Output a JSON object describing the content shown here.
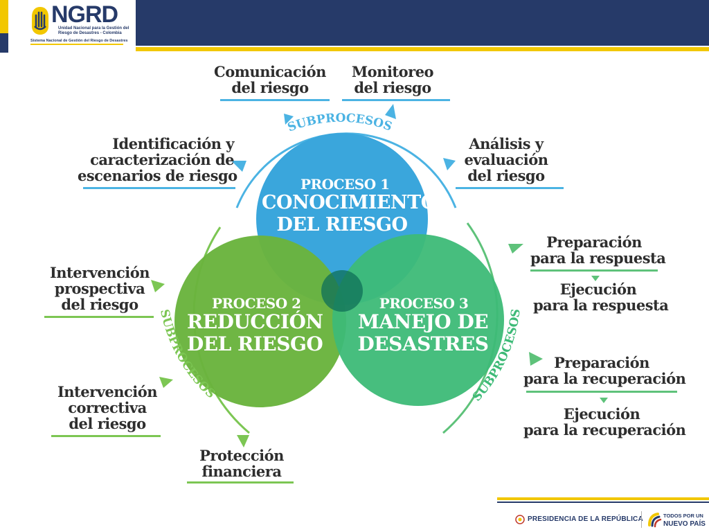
{
  "header": {
    "logo_title": "NGRD",
    "logo_subtitle_1": "Unidad Nacional para la Gestión del",
    "logo_subtitle_2": "Riesgo de Desastres - Colombia",
    "logo_system": "Sistema Nacional de Gestión del Riesgo de Desastres"
  },
  "colors": {
    "navy": "#263a69",
    "yellow": "#f2c700",
    "blue_circle": "#3aa6dc",
    "lightgreen_circle": "#6ab43e",
    "green_circle": "#3dba77",
    "blue_line": "#4bb3e3",
    "green_line": "#7cc653"
  },
  "processes": {
    "p1": {
      "number": "PROCESO 1",
      "title_1": "CONOCIMIENTO",
      "title_2": "DEL RIESGO"
    },
    "p2": {
      "number": "PROCESO 2",
      "title_1": "REDUCCIÓN",
      "title_2": "DEL RIESGO"
    },
    "p3": {
      "number": "PROCESO 3",
      "title_1": "MANEJO DE",
      "title_2": "DESASTRES"
    }
  },
  "arc_labels": {
    "top": "SUBPROCESOS",
    "left": "SUBPROCESOS",
    "right": "SUBPROCESOS"
  },
  "subprocesses": {
    "comunicacion": [
      "Comunicación",
      "del riesgo"
    ],
    "monitoreo": [
      "Monitoreo",
      "del riesgo"
    ],
    "identificacion": [
      "Identificación y",
      "caracterización de",
      "escenarios de riesgo"
    ],
    "analisis": [
      "Análisis y",
      "evaluación",
      "del riesgo"
    ],
    "prospectiva": [
      "Intervención",
      "prospectiva",
      "del riesgo"
    ],
    "correctiva": [
      "Intervención",
      "correctiva",
      "del riesgo"
    ],
    "proteccion": [
      "Protección",
      "financiera"
    ],
    "prep_respuesta": [
      "Preparación",
      "para la respuesta"
    ],
    "ejec_respuesta": [
      "Ejecución",
      "para la respuesta"
    ],
    "prep_recuperacion": [
      "Preparación",
      "para la recuperación"
    ],
    "ejec_recuperacion": [
      "Ejecución",
      "para la recuperación"
    ]
  },
  "footer": {
    "presidencia": "PRESIDENCIA DE LA REPÚBLICA",
    "todos_por_un": "TODOS POR UN",
    "nuevo_pais": "NUEVO PAÍS"
  }
}
